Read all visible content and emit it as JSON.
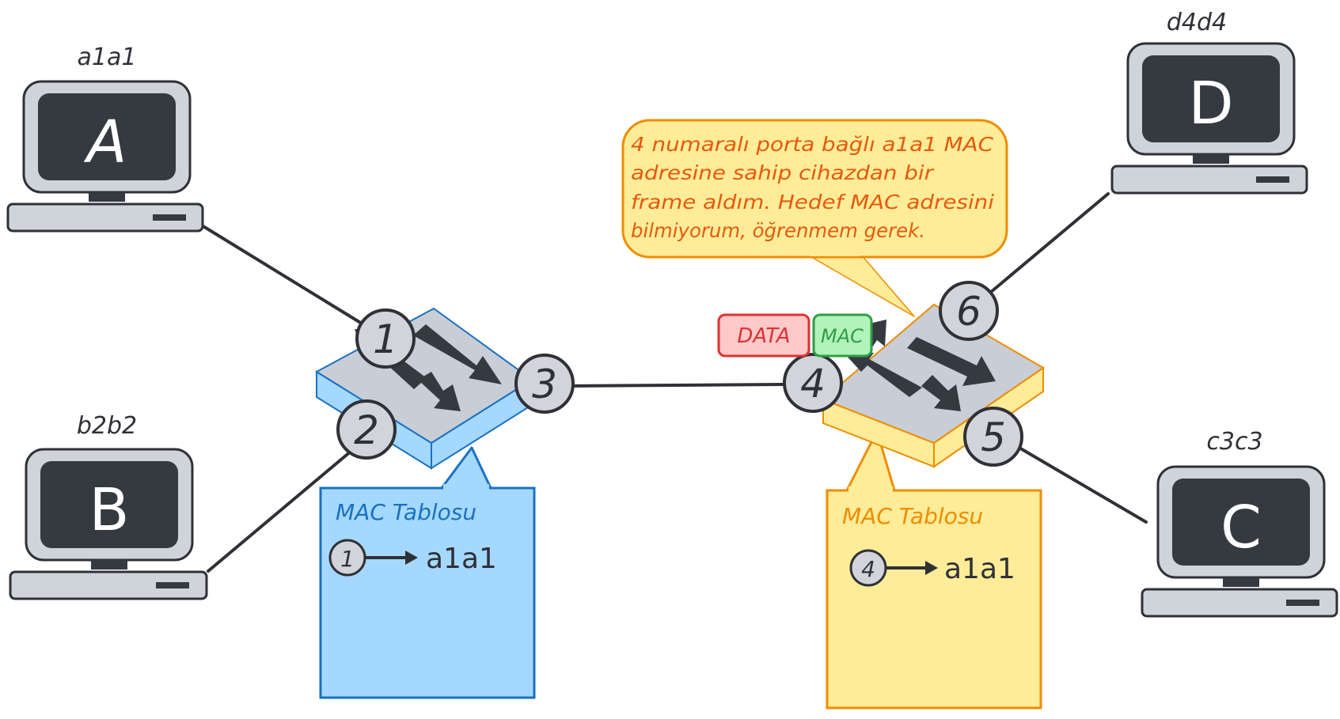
{
  "hosts": {
    "a": {
      "letter": "A",
      "mac": "a1a1"
    },
    "b": {
      "letter": "B",
      "mac": "b2b2"
    },
    "c": {
      "letter": "C",
      "mac": "c3c3"
    },
    "d": {
      "letter": "D",
      "mac": "d4d4"
    }
  },
  "switch_left": {
    "ports": [
      "1",
      "2",
      "3"
    ],
    "table": {
      "title": "MAC Tablosu",
      "entry_port": "1",
      "entry_mac": "a1a1"
    }
  },
  "switch_right": {
    "ports": [
      "4",
      "5",
      "6"
    ],
    "table": {
      "title": "MAC Tablosu",
      "entry_port": "4",
      "entry_mac": "a1a1"
    }
  },
  "frame": {
    "data_label": "DATA",
    "mac_label": "MAC"
  },
  "callout": {
    "lines": [
      "4 numaralı porta bağlı a1a1 MAC",
      "adresine sahip cihazdan bir",
      "frame aldım. Hedef MAC adresini",
      "bilmiyorum, öğrenmem gerek."
    ]
  },
  "colors": {
    "line": "#2f3136",
    "port_fill": "#d2d4d9",
    "switch_left_fill": "#c8cdd6",
    "switch_left_stroke": "#1971c2",
    "switch_right_fill": "#c8cdd6",
    "switch_right_stroke": "#f08c00",
    "table_left_fill": "#a5d8ff",
    "table_left_stroke": "#1971c2",
    "table_right_fill": "#ffec99",
    "table_right_stroke": "#f08c00",
    "callout_fill": "#ffec99",
    "callout_stroke": "#f08c00",
    "callout_text": "#e8590c",
    "data_fill": "#ffc9c9",
    "data_stroke": "#e03131",
    "mac_fill": "#b2f2bb",
    "mac_stroke": "#2f9e44",
    "monitor_body": "#ced4da",
    "monitor_screen": "#343a40"
  }
}
